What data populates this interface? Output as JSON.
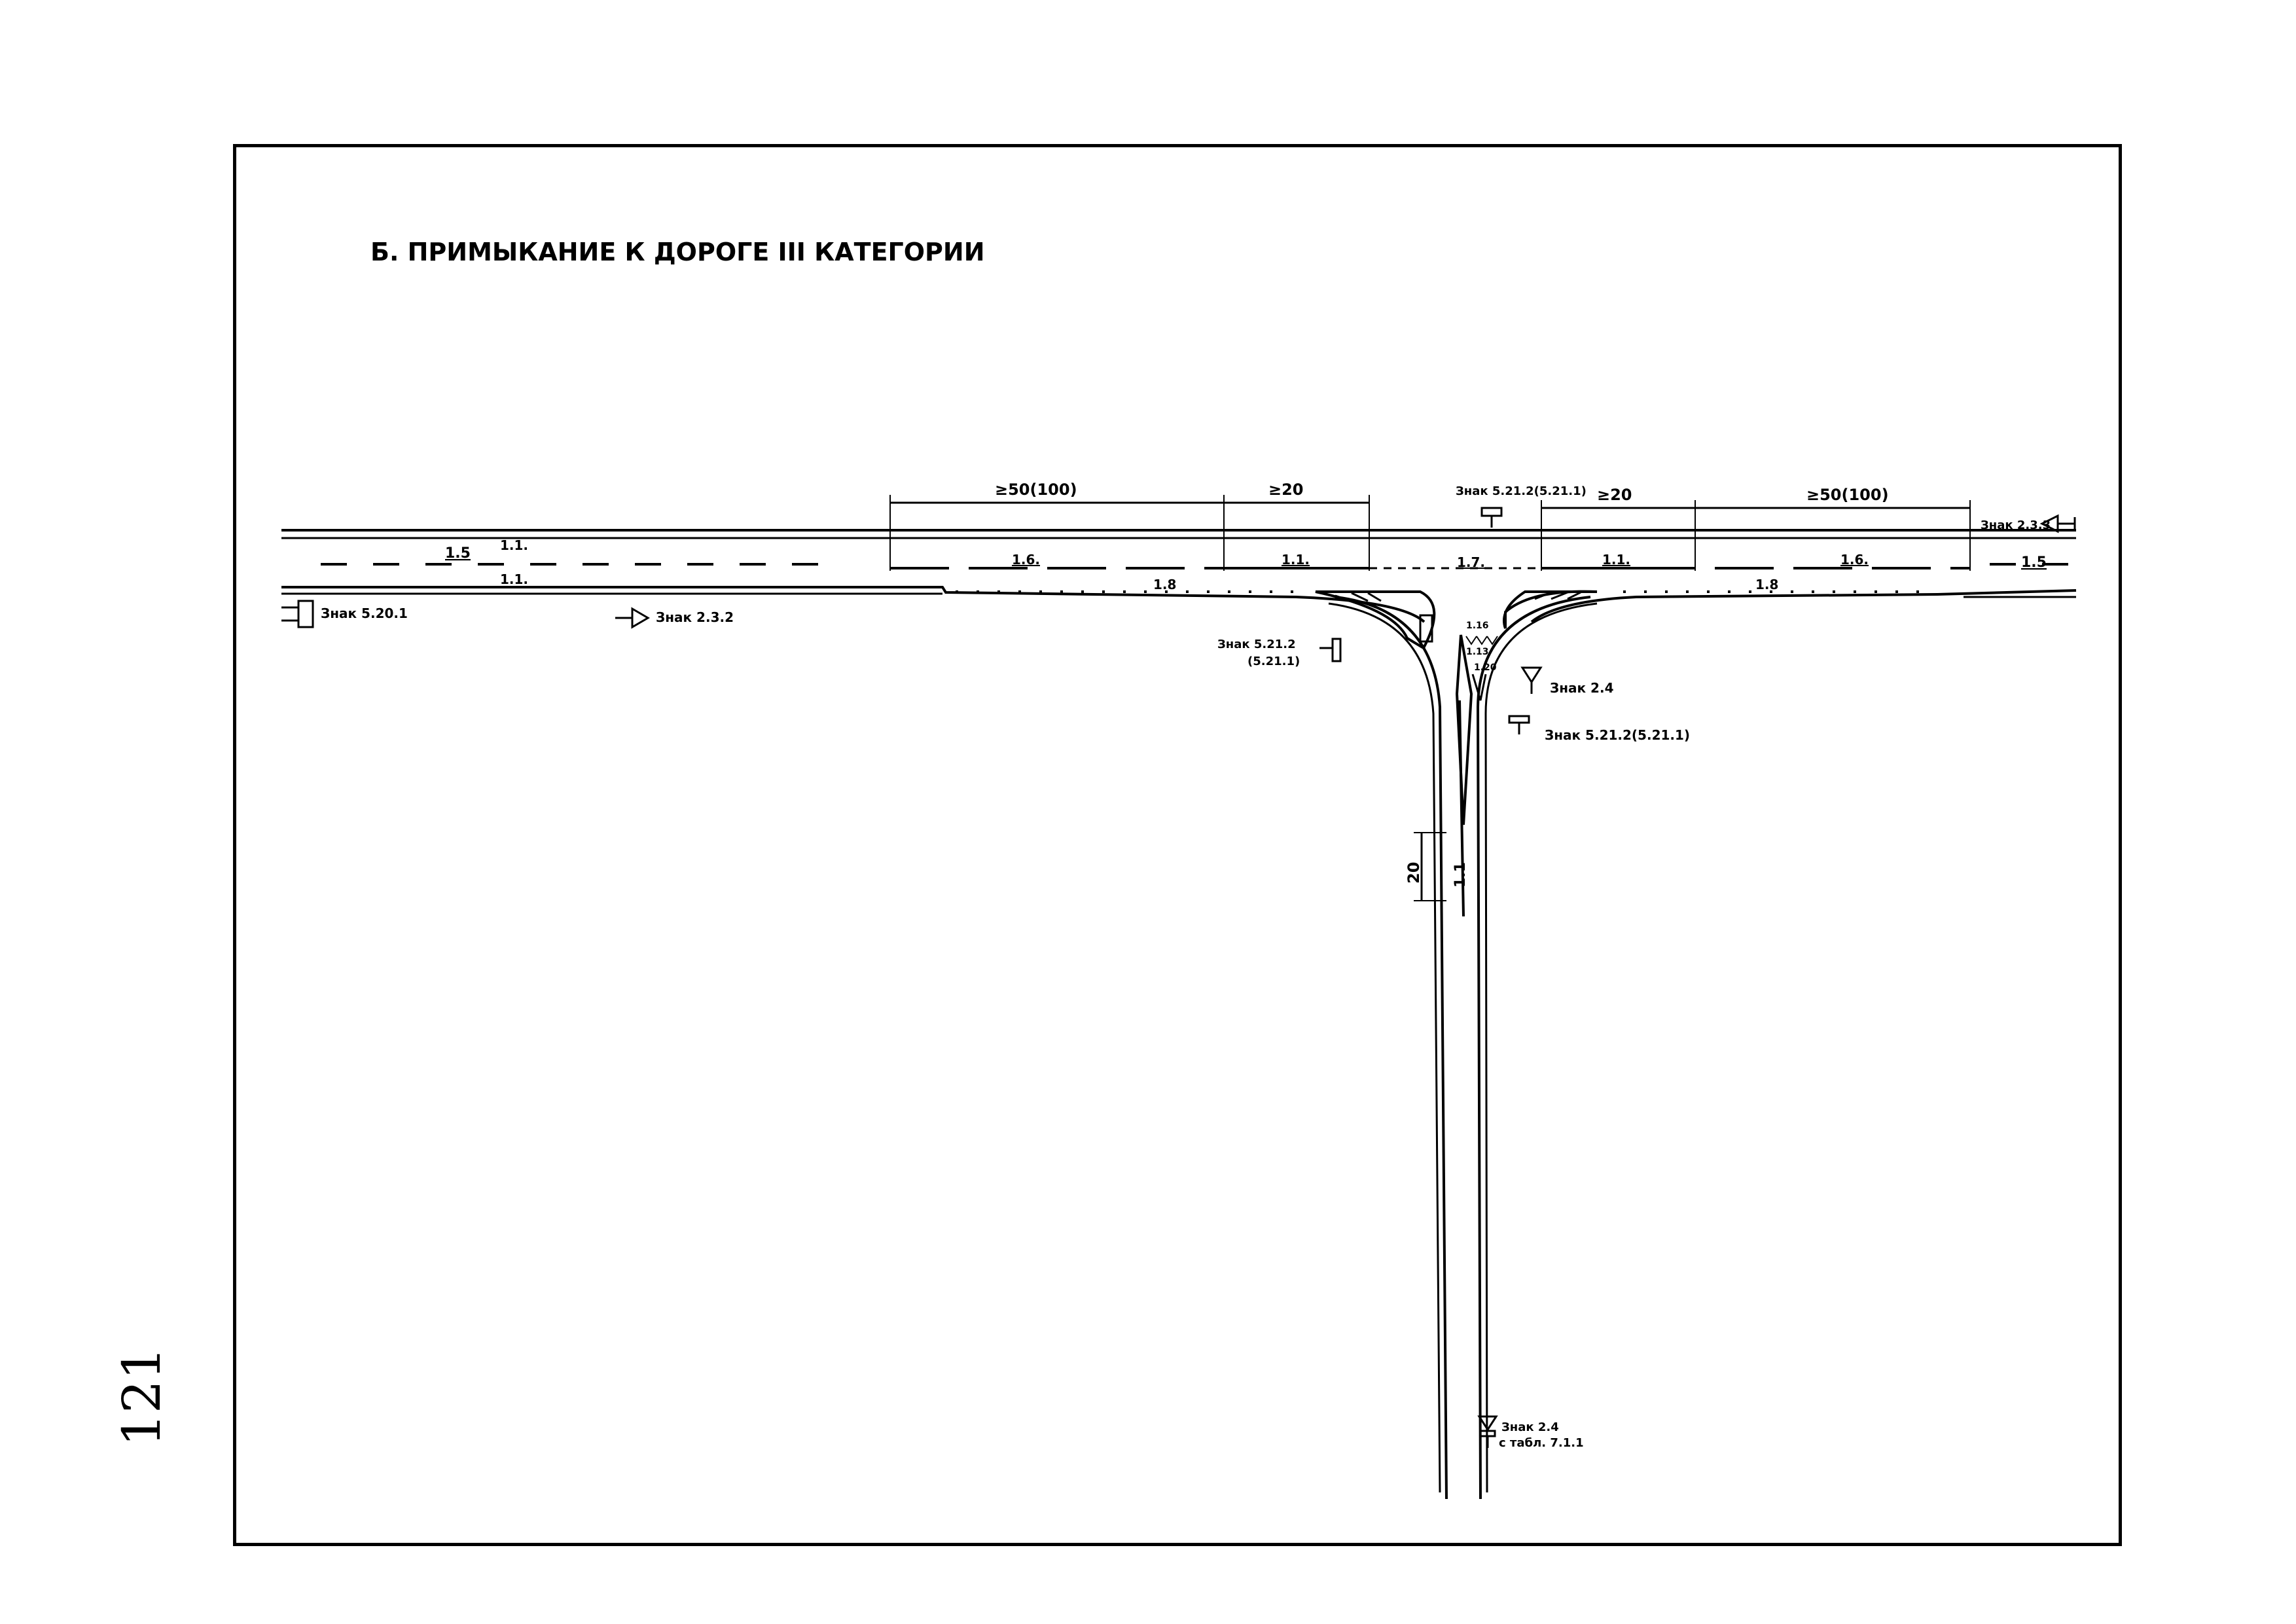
{
  "title": "Б. ПРИМЫКАНИЕ К ДОРОГЕ III КАТЕГОРИИ",
  "page_number": "121",
  "dimensions": {
    "left_long": "≥50(100)",
    "left_short": "≥20",
    "right_short": "≥20",
    "right_long": "≥50(100)",
    "side_road_length": "20"
  },
  "markings": {
    "m1_5_left": "1.5",
    "m1_1_top": "1.1.",
    "m1_1_bottom": "1.1.",
    "m1_6_left": "1.6.",
    "m1_1_left_zone": "1.1.",
    "m1_7": "1.7.",
    "m1_1_right_zone": "1.1.",
    "m1_6_right": "1.6.",
    "m1_5_right": "1.5",
    "m1_8_left": "1.8",
    "m1_8_right": "1.8",
    "m1_16": "1.16",
    "m1_13": "1.13",
    "m1_20": "1.20",
    "m1_1_side": "1.1"
  },
  "signs": {
    "s_5_20_1": "Знак 5.20.1",
    "s_2_3_2": "Знак 2.3.2",
    "s_2_3_3": "Знак 2.3.3",
    "s_5_21_2_top": "Знак 5.21.2(5.21.1)",
    "s_5_21_2_left_a": "Знак 5.21.2",
    "s_5_21_2_left_b": "(5.21.1)",
    "s_2_4": "Знак 2.4",
    "s_5_21_2_right": "Знак 5.21.2(5.21.1)",
    "s_2_4_bottom_a": "Знак 2.4",
    "s_2_4_bottom_b": "с табл. 7.1.1"
  }
}
